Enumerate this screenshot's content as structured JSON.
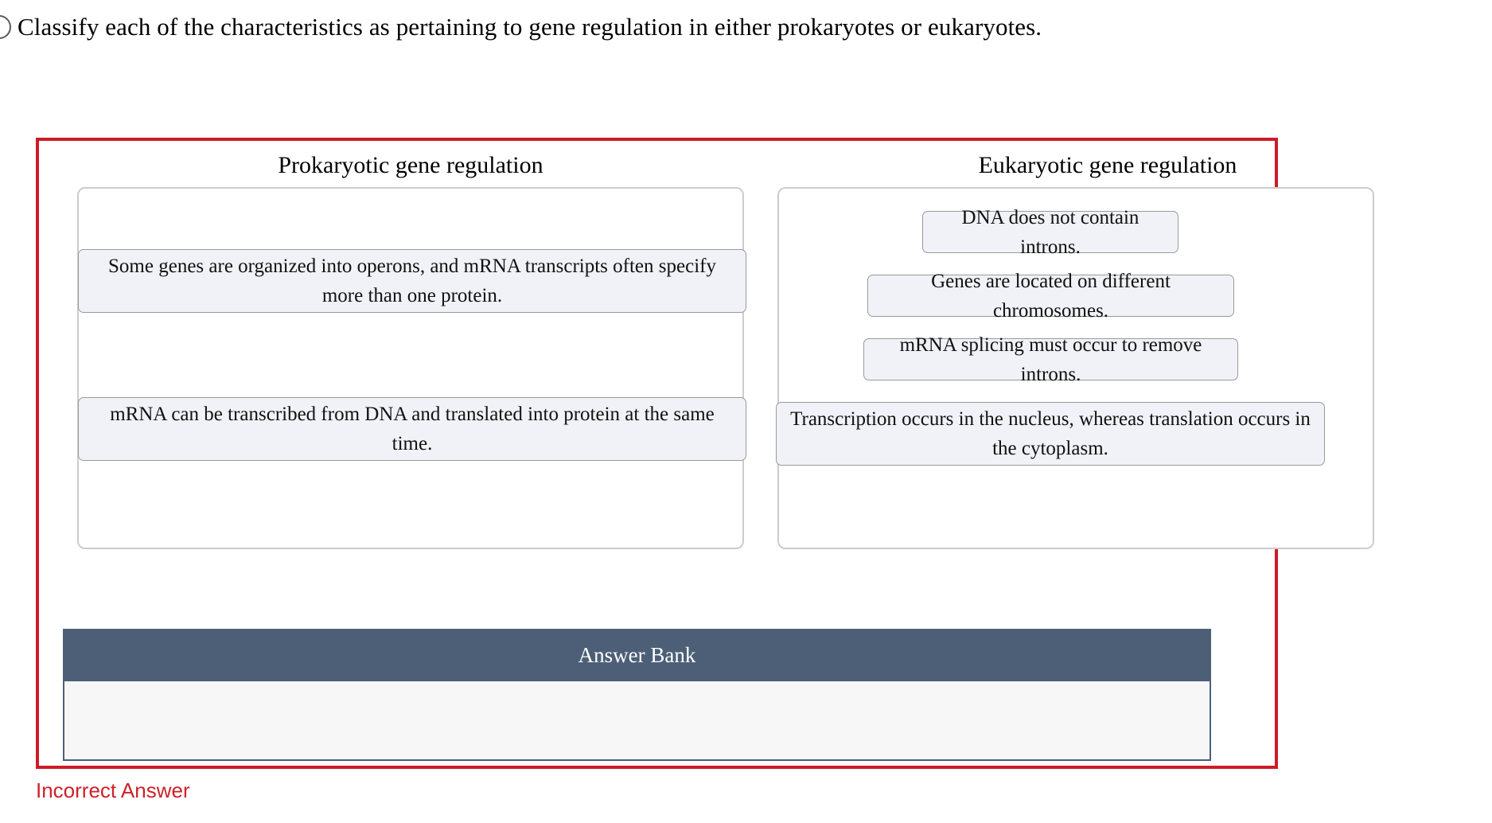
{
  "prompt": {
    "bullet_icon": "circle-bullet-icon",
    "text": "Classify each of the characteristics as pertaining to gene regulation in either prokaryotes or eukaryotes."
  },
  "colors": {
    "error_border": "#ce1b28",
    "error_text": "#cc2229",
    "answer_bank_header_bg": "#4c5f77",
    "tile_bg": "#f0f2f7",
    "dropzone_border": "#cccccc"
  },
  "categories": [
    {
      "id": "prokaryotic",
      "title": "Prokaryotic gene regulation",
      "tiles": [
        {
          "id": "operons",
          "text": "Some genes are organized into operons, and mRNA transcripts often specify more than one protein."
        },
        {
          "id": "cotranscription",
          "text": "mRNA can be transcribed from DNA and translated into protein at the same time."
        }
      ]
    },
    {
      "id": "eukaryotic",
      "title": "Eukaryotic gene regulation",
      "tiles": [
        {
          "id": "no-introns",
          "text": "DNA does not contain introns."
        },
        {
          "id": "chromosomes",
          "text": "Genes are located on different chromosomes."
        },
        {
          "id": "splicing",
          "text": "mRNA splicing must occur to remove introns."
        },
        {
          "id": "transcription-nucleus",
          "text": "Transcription occurs in the nucleus, whereas translation occurs in the cytoplasm."
        }
      ]
    }
  ],
  "answer_bank": {
    "title": "Answer Bank",
    "items": []
  },
  "feedback": {
    "text": "Incorrect Answer"
  }
}
